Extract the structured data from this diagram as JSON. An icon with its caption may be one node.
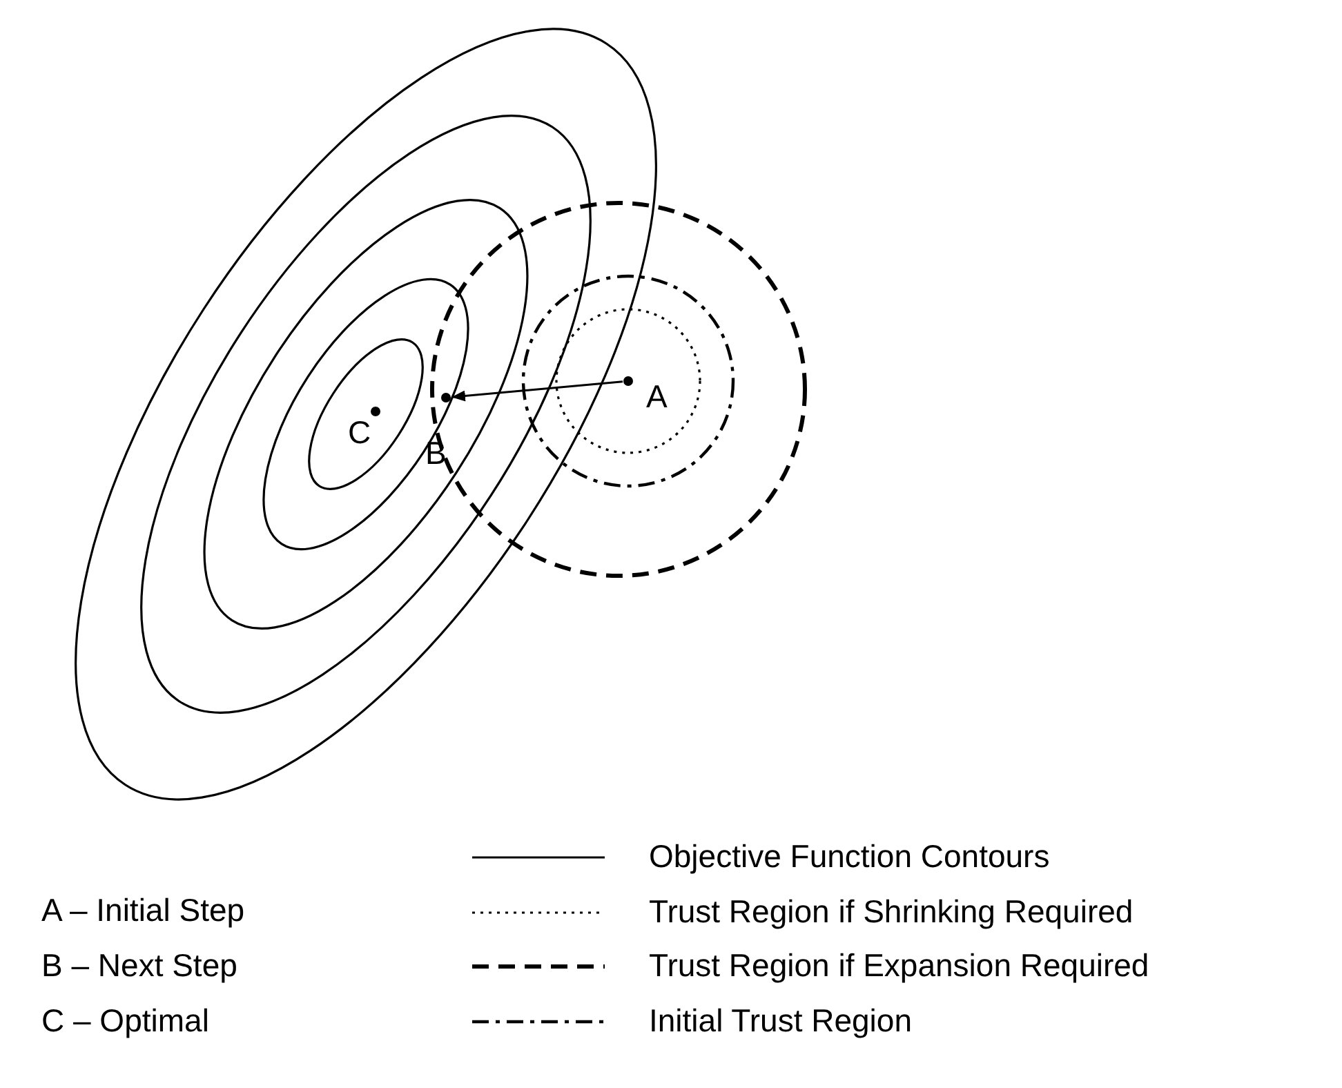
{
  "diagram": {
    "nodes": [
      {
        "text": [
          "A"
        ]
      },
      {
        "text": [
          "B"
        ]
      },
      {
        "text": [
          "C"
        ]
      }
    ],
    "edges": [
      {
        "from": 0,
        "to": 1,
        "arrow": "to"
      }
    ],
    "labels": [
      "A – Initial Step",
      "B – Next Step",
      "C – Optimal"
    ],
    "legend": [
      {
        "text": "Objective Function Contours"
      },
      {
        "text": "Trust Region if Shrinking Required"
      },
      {
        "text": "Trust Region if Expansion Required"
      },
      {
        "text": "Initial Trust Region"
      }
    ]
  }
}
